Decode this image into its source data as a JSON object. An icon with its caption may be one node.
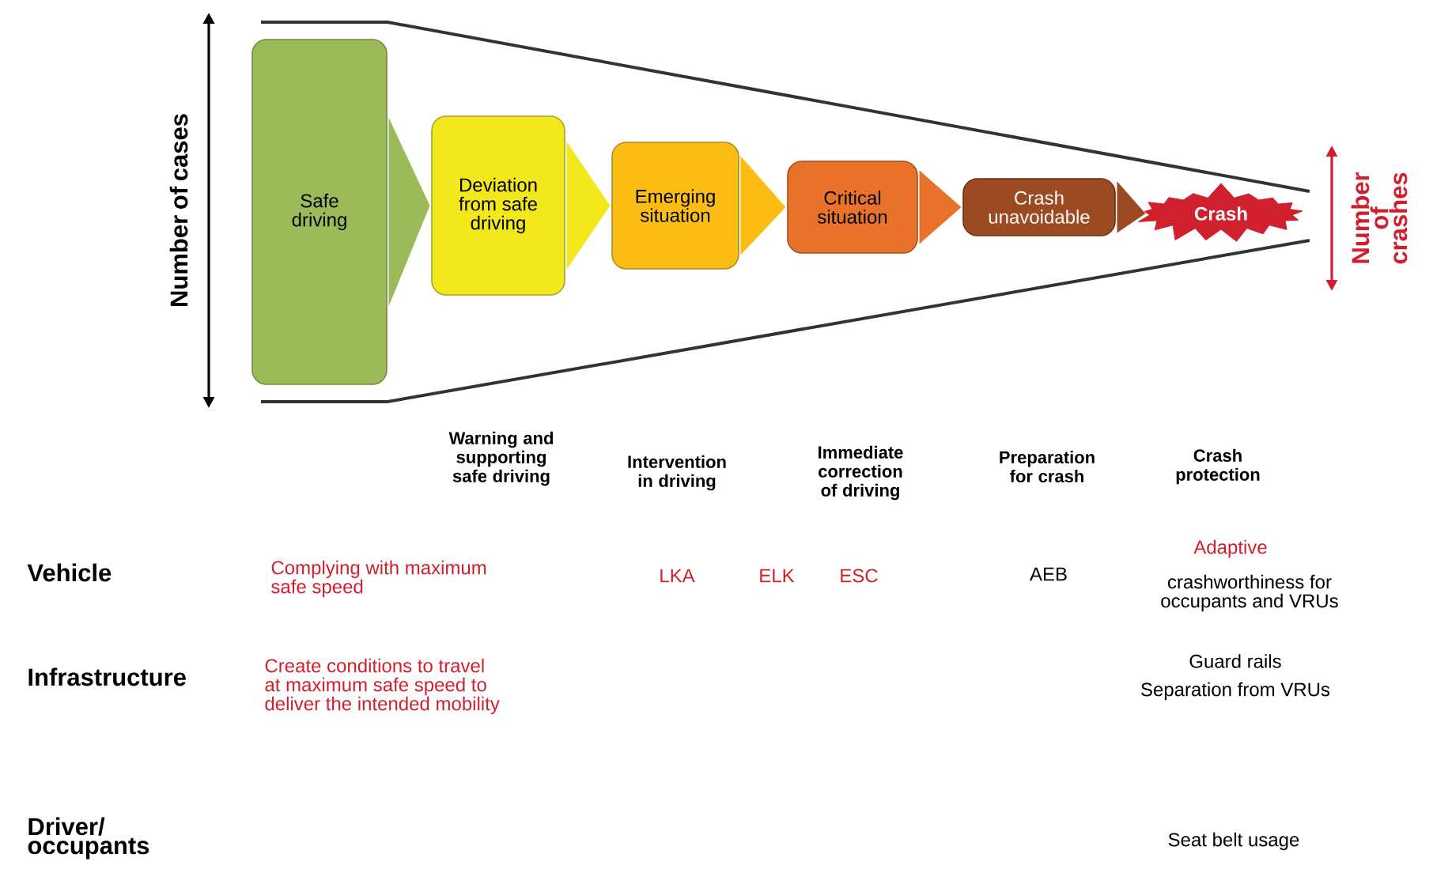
{
  "diagram": {
    "nodes": [
      {
        "text": [
          "Safe driving"
        ]
      },
      {
        "text": [
          "Deviation from safe driving"
        ]
      },
      {
        "text": [
          "Emerging situation"
        ]
      },
      {
        "text": [
          "Critical situation"
        ]
      },
      {
        "text": [
          "Crash unavoidable"
        ]
      },
      {
        "text": [
          "Crash"
        ]
      }
    ],
    "edges": [
      {
        "from": 0,
        "to": 1,
        "arrow": "to",
        "color": "#9bbb59"
      },
      {
        "from": 1,
        "to": 2,
        "arrow": "to",
        "color": "#f2e81c"
      },
      {
        "from": 2,
        "to": 3,
        "arrow": "to",
        "color": "#fbbd14"
      },
      {
        "from": 3,
        "to": 4,
        "arrow": "to",
        "color": "#e8722a"
      },
      {
        "from": 4,
        "to": 5,
        "arrow": "to",
        "color": "#9c4a22"
      }
    ],
    "labels": [
      "Number of cases",
      "Number of crashes",
      "Warning and supporting safe driving",
      "Intervention in driving",
      "Immediate correction of driving",
      "Preparation for crash",
      "Crash protection",
      "Adaptive",
      "Vehicle",
      "Complying with maximum safe speed",
      "LKA",
      "ELK",
      "ESC",
      "AEB",
      "crashworthiness for occupants and VRUs",
      "Infrastructure",
      "Create conditions to travel at maximum safe speed to deliver the intended mobility",
      "Guard rails",
      "Separation from VRUs",
      "Driver/ occupants",
      "Seat belt usage"
    ]
  }
}
